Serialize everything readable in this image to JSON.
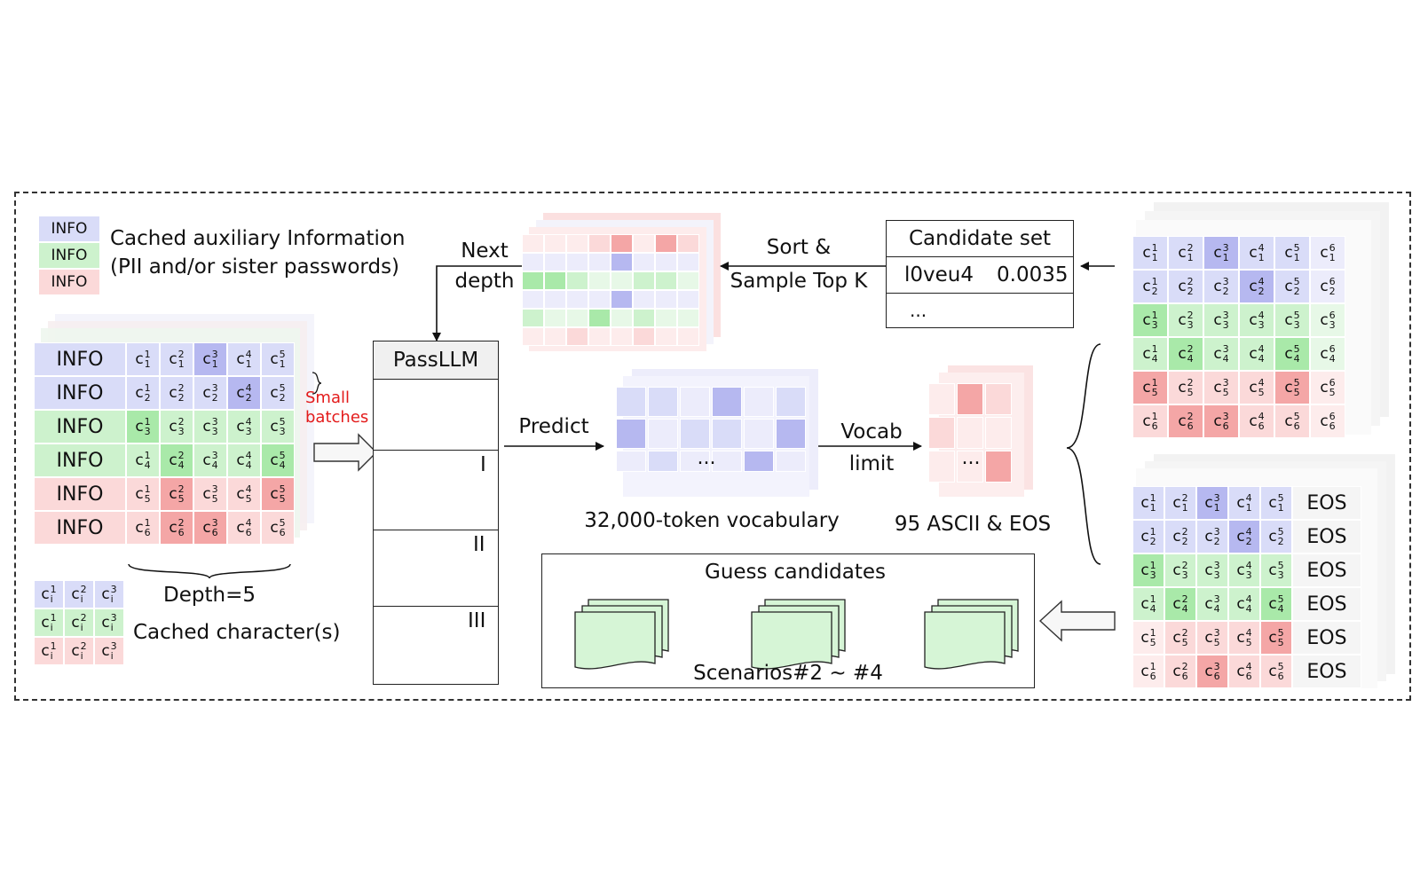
{
  "legend": {
    "chip_label": "INFO",
    "info_caption_line1": "Cached auxiliary Information",
    "info_caption_line2": "(PII and/or sister passwords)",
    "char_caption": "Cached character(s)"
  },
  "left_table": {
    "row_label": "INFO",
    "depth_label": "Depth=5",
    "batches_label_line1": "Small",
    "batches_label_line2": "batches"
  },
  "model": {
    "title": "PassLLM",
    "sections": [
      "",
      "I",
      "II",
      "III"
    ]
  },
  "flow": {
    "next_depth_line1": "Next",
    "next_depth_line2": "depth",
    "sort_line1": "Sort &",
    "sort_line2": "Sample Top K",
    "predict": "Predict",
    "vocab_line1": "Vocab",
    "vocab_line2": "limit",
    "vocab_ellipsis": "...",
    "vocab_caption": "32,000-token vocabulary",
    "ascii_caption": "95 ASCII & EOS"
  },
  "candidate_set": {
    "title": "Candidate set",
    "entry_name": "l0veu4",
    "entry_score": "0.0035",
    "more": "..."
  },
  "right_table": {
    "eos_label": "EOS"
  },
  "guess": {
    "title": "Guess candidates",
    "caption": "Scenarios#2 ~ #4"
  },
  "colors": {
    "blue": "#d9dcf8",
    "blue_dark": "#b6b8f0",
    "green": "#cdf2cd",
    "green_dark": "#a9e9a9",
    "red": "#fbd9d9",
    "red_dark": "#f4a6a6",
    "accent_red": "#e31b1b"
  }
}
